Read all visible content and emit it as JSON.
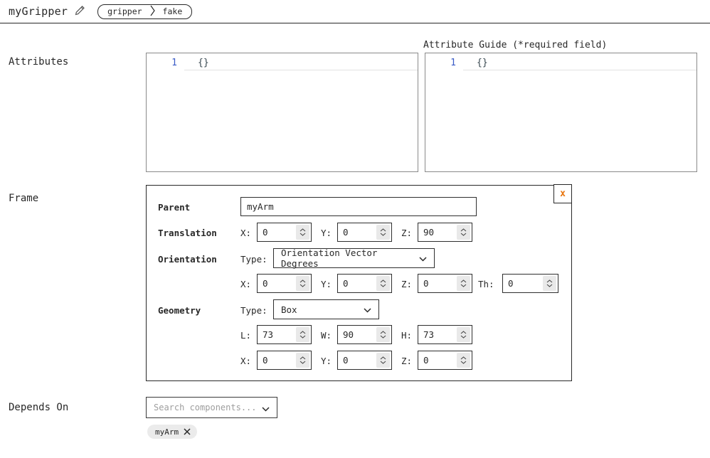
{
  "header": {
    "title": "myGripper",
    "tags": [
      "gripper",
      "fake"
    ]
  },
  "attributes": {
    "section_label": "Attributes",
    "guide_title": "Attribute Guide (*required field)",
    "editor": {
      "line": "1",
      "code": "{}"
    },
    "guide_editor": {
      "line": "1",
      "code": "{}"
    }
  },
  "frame": {
    "section_label": "Frame",
    "close_label": "x",
    "parent": {
      "label": "Parent",
      "value": "myArm"
    },
    "translation": {
      "label": "Translation",
      "fields": [
        {
          "label": "X:",
          "value": "0"
        },
        {
          "label": "Y:",
          "value": "0"
        },
        {
          "label": "Z:",
          "value": "90"
        }
      ]
    },
    "orientation": {
      "label": "Orientation",
      "type_label": "Type:",
      "type_value": "Orientation Vector Degrees",
      "fields": [
        {
          "label": "X:",
          "value": "0"
        },
        {
          "label": "Y:",
          "value": "0"
        },
        {
          "label": "Z:",
          "value": "0"
        },
        {
          "label": "Th:",
          "value": "0"
        }
      ]
    },
    "geometry": {
      "label": "Geometry",
      "type_label": "Type:",
      "type_value": "Box",
      "dims": [
        {
          "label": "L:",
          "value": "73"
        },
        {
          "label": "W:",
          "value": "90"
        },
        {
          "label": "H:",
          "value": "73"
        }
      ],
      "offsets": [
        {
          "label": "X:",
          "value": "0"
        },
        {
          "label": "Y:",
          "value": "0"
        },
        {
          "label": "Z:",
          "value": "0"
        }
      ]
    }
  },
  "depends_on": {
    "label": "Depends On",
    "placeholder": "Search components...",
    "chips": [
      {
        "label": "myArm"
      }
    ]
  },
  "colors": {
    "text": "#282828",
    "accent_orange": "#e8740c",
    "line_number_blue": "#3a5bc7",
    "chip_bg": "#ebebeb"
  }
}
